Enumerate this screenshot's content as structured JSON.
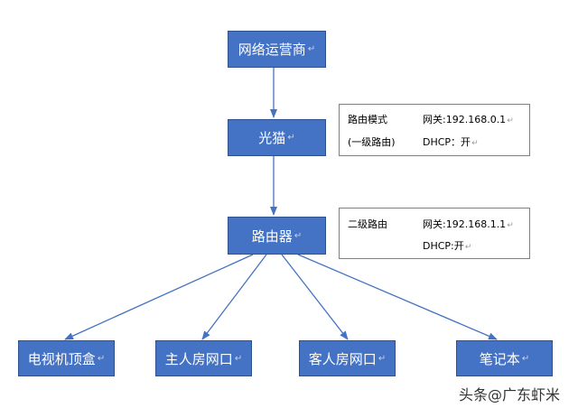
{
  "nodes": {
    "isp": "网络运营商",
    "modem": "光猫",
    "router": "路由器",
    "stb": "电视机顶盒",
    "master_room": "主人房网口",
    "guest_room": "客人房网口",
    "laptop": "笔记本"
  },
  "return_mark": "↵",
  "modem_info": {
    "mode": "路由模式",
    "level": "(一级路由)",
    "gateway": "网关:192.168.0.1",
    "dhcp": "DHCP：开"
  },
  "router_info": {
    "level": "二级路由",
    "gateway": "网关:192.168.1.1",
    "dhcp": "DHCP:开"
  },
  "watermark": "头条@广东虾米",
  "colors": {
    "node_fill": "#4472c4",
    "node_border": "#2f528f",
    "edge": "#4472c4"
  }
}
